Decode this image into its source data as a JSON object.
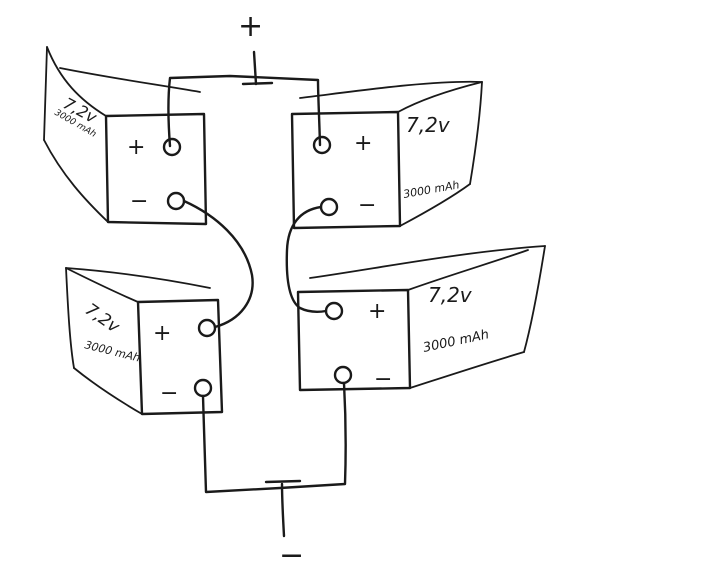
{
  "terminals": {
    "positive": "+",
    "negative": "−"
  },
  "batteries": [
    {
      "id": "top-left",
      "voltage": "7,2v",
      "capacity": "3000 mAh",
      "plus": "+",
      "minus": "−"
    },
    {
      "id": "top-right",
      "voltage": "7,2v",
      "capacity": "3000 mAh",
      "plus": "+",
      "minus": "−"
    },
    {
      "id": "bottom-left",
      "voltage": "7,2v",
      "capacity": "3000 mAh",
      "plus": "+",
      "minus": "−"
    },
    {
      "id": "bottom-right",
      "voltage": "7,2v",
      "capacity": "3000 mAh",
      "plus": "+",
      "minus": "−"
    }
  ]
}
